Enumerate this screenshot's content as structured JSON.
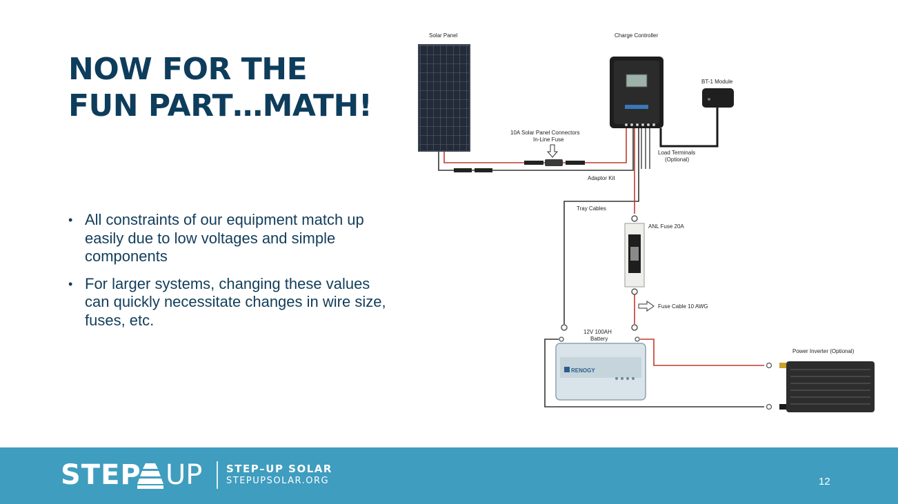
{
  "slide": {
    "title_lines": [
      "NOW FOR THE",
      "FUN PART…MATH!"
    ],
    "bullets": [
      "All constraints of our equipment match up easily due to low voltages and simple components",
      "For larger systems, changing these values can quickly necessitate changes in wire size, fuses, etc."
    ]
  },
  "diagram": {
    "labels": {
      "solar_panel": "Solar Panel",
      "charge_controller": "Charge Controller",
      "bt_module": "BT-1 Module",
      "connectors_line1": "10A Solar Panel Connectors",
      "connectors_line2": "In-Line Fuse",
      "load_terminals_line1": "Load Terminals",
      "load_terminals_line2": "(Optional)",
      "adaptor_kit": "Adaptor Kit",
      "tray_cables": "Tray Cables",
      "anl_fuse": "ANL Fuse 20A",
      "fuse_cable": "Fuse Cable 10 AWG",
      "battery_line1": "12V 100AH",
      "battery_line2": "Battery",
      "power_inverter": "Power Inverter (Optional)",
      "battery_brand": "RENOGY"
    },
    "colors": {
      "positive_wire": "#c0392b",
      "negative_wire": "#333333"
    }
  },
  "footer": {
    "logo_left": "STEP",
    "logo_right": "UP",
    "org_name": "STEP–UP SOLAR",
    "org_url": "STEPUPSOLAR.ORG",
    "page_number": "12",
    "background_color": "#3f9dbf"
  }
}
